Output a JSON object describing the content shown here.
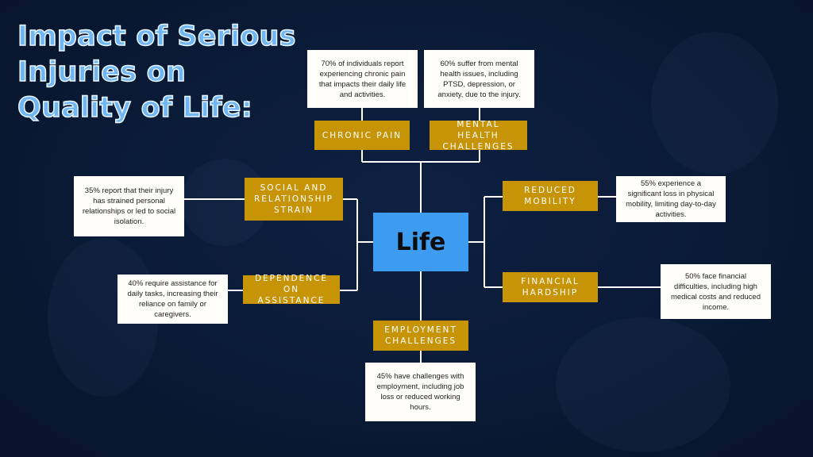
{
  "title": "Impact of Serious Injuries on Quality of Life:",
  "center": "Life",
  "categories": {
    "chronic_pain": {
      "label": "CHRONIC PAIN",
      "description": "70% of individuals report experiencing chronic pain that impacts their daily life and activities."
    },
    "mental_health": {
      "label": "MENTAL HEALTH\nCHALLENGES",
      "description": "60% suffer from mental health issues, including PTSD, depression, or anxiety, due to the injury."
    },
    "social": {
      "label": "SOCIAL AND\nRELATIONSHIP\nSTRAIN",
      "description": "35% report that their injury has strained personal relationships or led to social isolation."
    },
    "dependence": {
      "label": "DEPENDENCE ON\nASSISTANCE",
      "description": "40% require assistance for daily tasks, increasing their reliance on family or caregivers."
    },
    "mobility": {
      "label": "REDUCED\nMOBILITY",
      "description": "55% experience a significant loss in physical mobility, limiting day-to-day activities."
    },
    "financial": {
      "label": "FINANCIAL\nHARDSHIP",
      "description": "50% face financial difficulties, including high medical costs and reduced income."
    },
    "employment": {
      "label": "EMPLOYMENT\nCHALLENGES",
      "description": "45% have challenges with employment, including job loss or reduced working hours."
    }
  },
  "colors": {
    "background": "#0a1a36",
    "center_box": "#3d9bf0",
    "label_box": "#c79408",
    "card": "#fffef8",
    "title_fill": "#6fb6f2",
    "connector": "#ffffff"
  }
}
